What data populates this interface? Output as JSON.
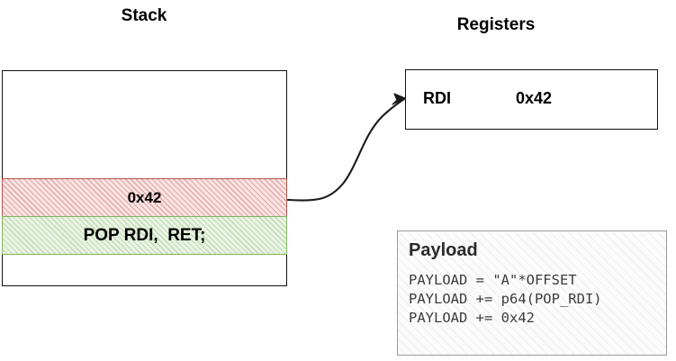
{
  "diagram": {
    "stack": {
      "title": "Stack",
      "rows": [
        {
          "label": "",
          "kind": "empty"
        },
        {
          "label": "0x42",
          "kind": "return-address",
          "color": "#b85450"
        },
        {
          "label": "POP RDI,  RET;",
          "kind": "gadget",
          "color": "#82b366"
        },
        {
          "label": "",
          "kind": "empty"
        }
      ]
    },
    "registers": {
      "title": "Registers",
      "entries": [
        {
          "name": "RDI",
          "value": "0x42"
        }
      ]
    },
    "payload": {
      "heading": "Payload",
      "lines": [
        "PAYLOAD = \"A\"*OFFSET",
        "PAYLOAD += p64(POP_RDI)",
        "PAYLOAD += 0x42"
      ]
    },
    "arrow": {
      "name": "stack-to-register-arrow",
      "from": "stack-row-0x42",
      "to": "registers-box",
      "color": "#1a1a1a"
    }
  }
}
